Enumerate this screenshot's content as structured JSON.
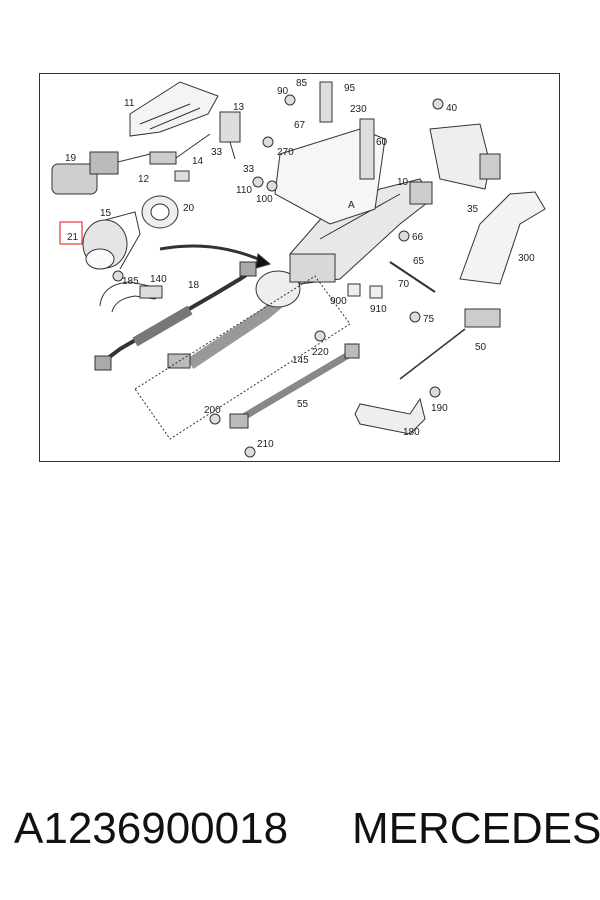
{
  "diagram": {
    "highlight_color": "#e53935",
    "callouts": {
      "c11": "11",
      "c13": "13",
      "c19": "19",
      "c14": "14",
      "c12": "12",
      "c15": "15",
      "c20": "20",
      "c21": "21",
      "c185": "185",
      "c140": "140",
      "c18": "18",
      "c90": "90",
      "c85": "85",
      "c95": "95",
      "c67": "67",
      "c230": "230",
      "c40": "40",
      "c60": "60",
      "c270": "270",
      "c33a": "33",
      "c33b": "33",
      "c110": "110",
      "c100": "100",
      "c10": "10",
      "c66": "66",
      "c35": "35",
      "c65": "65",
      "c900": "900",
      "c910": "910",
      "c70": "70",
      "c75": "75",
      "c300": "300",
      "c50": "50",
      "c145": "145",
      "c220": "220",
      "c55": "55",
      "c200": "200",
      "c210": "210",
      "c190": "190",
      "c180": "180",
      "cA": "A"
    }
  },
  "footer": {
    "part_number": "A1236900018",
    "brand": "MERCEDES"
  }
}
